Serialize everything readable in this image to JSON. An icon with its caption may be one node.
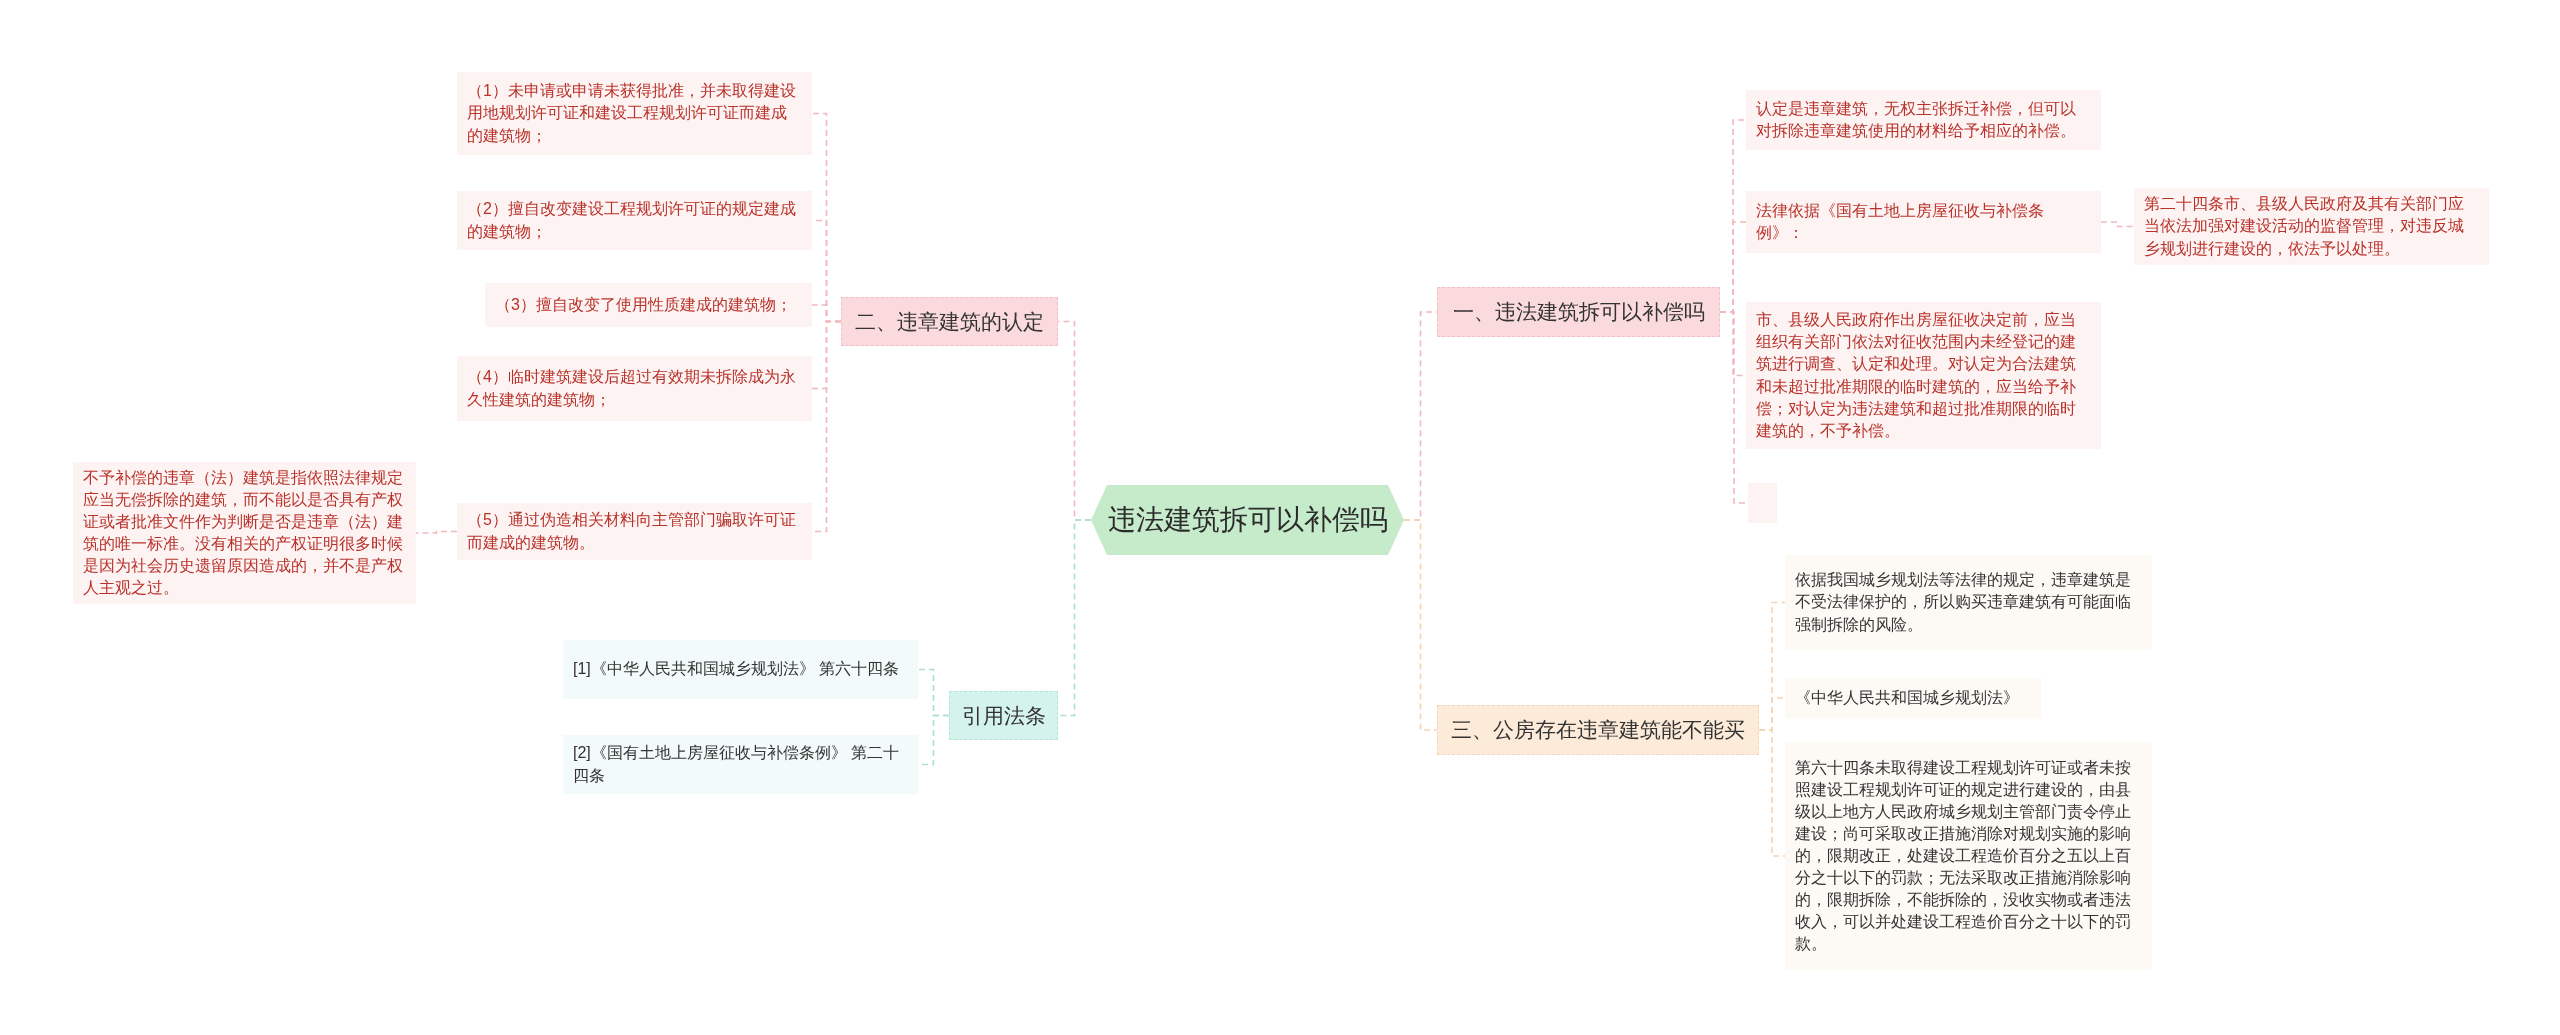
{
  "diagram": {
    "nodes": [
      {
        "text": [
          "违法建筑拆可以补偿吗"
        ]
      },
      {
        "text": [
          "二、违章建筑的认定"
        ]
      },
      {
        "text": [
          "（1）未申请或申请未获得批准，并未取得建设用地规划许可证和建设工程规划许可证而建成的建筑物；"
        ]
      },
      {
        "text": [
          "（2）擅自改变建设工程规划许可证的规定建成的建筑物；"
        ]
      },
      {
        "text": [
          "（3）擅自改变了使用性质建成的建筑物；"
        ]
      },
      {
        "text": [
          "（4）临时建筑建设后超过有效期未拆除成为永久性建筑的建筑物；"
        ]
      },
      {
        "text": [
          "（5）通过伪造相关材料向主管部门骗取许可证而建成的建筑物。"
        ]
      },
      {
        "text": [
          "不予补偿的违章（法）建筑是指依照法律规定应当无偿拆除的建筑，而不能以是否具有产权证或者批准文件作为判断是否是违章（法）建筑的唯一标准。没有相关的产权证明很多时候是因为社会历史遗留原因造成的，并不是产权人主观之过。"
        ]
      },
      {
        "text": [
          "引用法条"
        ]
      },
      {
        "text": [
          "[1]《中华人民共和国城乡规划法》 第六十四条"
        ]
      },
      {
        "text": [
          "[2]《国有土地上房屋征收与补偿条例》 第二十四条"
        ]
      },
      {
        "text": [
          "一、违法建筑拆可以补偿吗"
        ]
      },
      {
        "text": [
          "认定是违章建筑，无权主张拆迁补偿，但可以对拆除违章建筑使用的材料给予相应的补偿。"
        ]
      },
      {
        "text": [
          "法律依据《国有土地上房屋征收与补偿条例》："
        ]
      },
      {
        "text": [
          "第二十四条市、县级人民政府及其有关部门应当依法加强对建设活动的监督管理，对违反城乡规划进行建设的，依法予以处理。"
        ]
      },
      {
        "text": [
          "市、县级人民政府作出房屋征收决定前，应当组织有关部门依法对征收范围内未经登记的建筑进行调查、认定和处理。对认定为合法建筑和未超过批准期限的临时建筑的，应当给予补偿；对认定为违法建筑和超过批准期限的临时建筑的，不予补偿。"
        ]
      },
      {
        "text": [],
        "shape": "box"
      },
      {
        "text": [
          "三、公房存在违章建筑能不能买"
        ]
      },
      {
        "text": [
          "依据我国城乡规划法等法律的规定，违章建筑是不受法律保护的，所以购买违章建筑有可能面临强制拆除的风险。"
        ]
      },
      {
        "text": [
          "《中华人民共和国城乡规划法》"
        ]
      },
      {
        "text": [
          "第六十四条未取得建设工程规划许可证或者未按照建设工程规划许可证的规定进行建设的，由县级以上地方人民政府城乡规划主管部门责令停止建设；尚可采取改正措施消除对规划实施的影响的，限期改正，处建设工程造价百分之五以上百分之十以下的罚款；无法采取改正措施消除影响的，限期拆除，不能拆除的，没收实物或者违法收入，可以并处建设工程造价百分之十以下的罚款。"
        ]
      }
    ],
    "edges": [
      {
        "from": 0,
        "to": 1,
        "arrow": "none"
      },
      {
        "from": 1,
        "to": 2,
        "arrow": "none"
      },
      {
        "from": 1,
        "to": 3,
        "arrow": "none"
      },
      {
        "from": 1,
        "to": 4,
        "arrow": "none"
      },
      {
        "from": 1,
        "to": 5,
        "arrow": "none"
      },
      {
        "from": 1,
        "to": 6,
        "arrow": "none"
      },
      {
        "from": 6,
        "to": 7,
        "arrow": "none"
      },
      {
        "from": 0,
        "to": 8,
        "arrow": "none",
        "color": "#a9e0d5"
      },
      {
        "from": 8,
        "to": 9,
        "arrow": "none",
        "color": "#a9e0d5"
      },
      {
        "from": 8,
        "to": 10,
        "arrow": "none",
        "color": "#a9e0d5"
      },
      {
        "from": 0,
        "to": 11,
        "arrow": "none"
      },
      {
        "from": 11,
        "to": 12,
        "arrow": "none"
      },
      {
        "from": 11,
        "to": 13,
        "arrow": "none"
      },
      {
        "from": 13,
        "to": 14,
        "arrow": "none"
      },
      {
        "from": 11,
        "to": 15,
        "arrow": "none"
      },
      {
        "from": 11,
        "to": 16,
        "arrow": "none"
      },
      {
        "from": 0,
        "to": 17,
        "arrow": "none",
        "color": "#f6d3b3"
      },
      {
        "from": 17,
        "to": 18,
        "arrow": "none",
        "color": "#f6d3b3"
      },
      {
        "from": 17,
        "to": 19,
        "arrow": "none",
        "color": "#f6d3b3"
      },
      {
        "from": 17,
        "to": 20,
        "arrow": "none",
        "color": "#f6d3b3"
      }
    ]
  }
}
